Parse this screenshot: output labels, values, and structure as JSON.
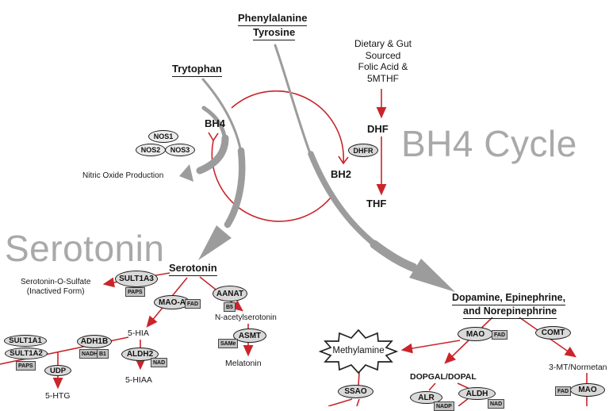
{
  "palette": {
    "red": "#c9252b",
    "swoosh_gray": "#9c9c9c",
    "title_gray": "#a9a9a9",
    "oval_fill": "#d9d9d9",
    "badge_fill": "#c2c2c2"
  },
  "bh4_cycle": {
    "title": "BH4 Cycle",
    "phenylalanine": "Phenylalanine",
    "tyrosine": "Tyrosine",
    "trytophan": "Trytophan",
    "dietary_lines": [
      "Dietary & Gut",
      "Sourced",
      "Folic Acid &",
      "5MTHF"
    ],
    "bh4": "BH4",
    "bh2": "BH2",
    "dhf": "DHF",
    "thf": "THF",
    "dhfr": "DHFR",
    "nos1": "NOS1",
    "nos2": "NOS2",
    "nos3": "NOS3",
    "nitric_oxide": "Nitric Oxide Production"
  },
  "serotonin": {
    "title": "Serotonin",
    "node": "Serotonin",
    "sult1a3": "SULT1A3",
    "paps1": "PAPS",
    "sulfate_line1": "Serotonin-O-Sulfate",
    "sulfate_line2": "(Inactived Form)",
    "mao_a": "MAO-A",
    "fad1": "FAD",
    "aanat": "AANAT",
    "b5": "B5",
    "n_acetylserotonin": "N-acetylserotonin",
    "asmt": "ASMT",
    "same": "SAMe",
    "melatonin": "Melatonin",
    "hia": "5-HIA",
    "adh1b": "ADH1B",
    "nadh": "NADH",
    "b1": "B1",
    "aldh2": "ALDH2",
    "nad1": "NAD",
    "hiaa": "5-HIAA",
    "sult1a1": "SULT1A1",
    "sult1a2": "SULT1A2",
    "paps2": "PAPS",
    "udp": "UDP",
    "htg": "5-HTG"
  },
  "catecholamine": {
    "title_line1": "Dopamine, Epinephrine,",
    "title_line2": "and Norepinephrine",
    "mao": "MAO",
    "fad2": "FAD",
    "comt": "COMT",
    "methylamine": "Methylamine",
    "ssao": "SSAO",
    "dopgal": "DOPGAL/DOPAL",
    "alr": "ALR",
    "alr_cofactor": "NADP",
    "aldh": "ALDH",
    "nad2": "NAD",
    "mt": "3-MT/Normetan",
    "mao2": "MAO",
    "fad3": "FAD"
  }
}
